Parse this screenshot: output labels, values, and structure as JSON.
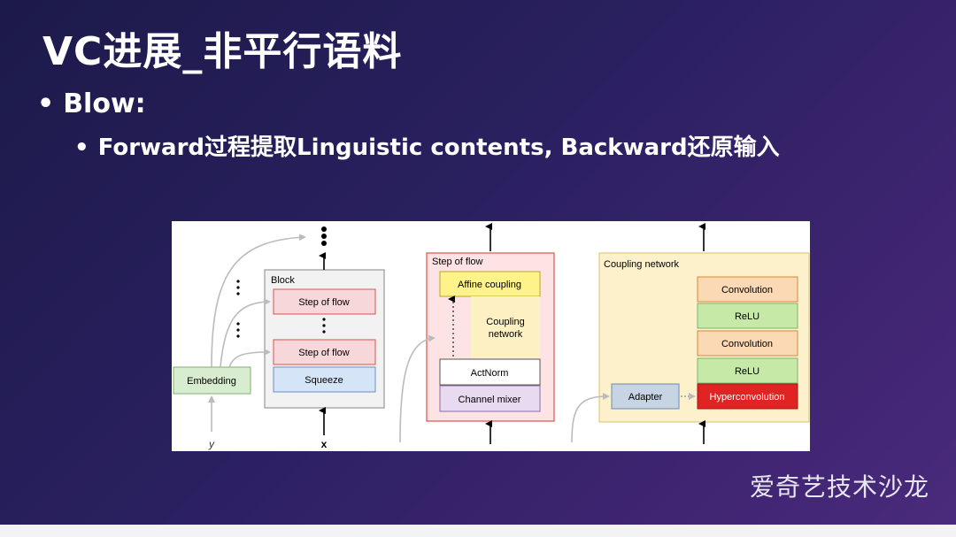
{
  "slide": {
    "title": "VC进展_非平行语料",
    "bullet_level1": "Blow:",
    "bullet_level2": "Forward过程提取Linguistic contents, Backward还原输入",
    "watermark": "爱奇艺技术沙龙"
  },
  "diagram": {
    "embedding": "Embedding",
    "y_label": "y",
    "x_label": "x",
    "block_title": "Block",
    "step_of_flow_1": "Step of flow",
    "step_of_flow_2": "Step of flow",
    "squeeze": "Squeeze",
    "step_panel_title": "Step of flow",
    "affine_coupling": "Affine coupling",
    "coupling_network_1": "Coupling",
    "coupling_network_2": "network",
    "actnorm": "ActNorm",
    "channel_mixer": "Channel mixer",
    "coupling_panel_title": "Coupling network",
    "convolution_1": "Convolution",
    "relu_1": "ReLU",
    "convolution_2": "Convolution",
    "relu_2": "ReLU",
    "hyperconvolution": "Hyperconvolution",
    "adapter": "Adapter"
  },
  "colors": {
    "step_of_flow": "#f8d7da",
    "squeeze": "#d6e4f7",
    "embedding": "#d8edd0",
    "affine": "#fdf38a",
    "coupling": "#fdf1c4",
    "actnorm": "#ffffff",
    "channel_mixer": "#e8daf0",
    "convolution": "#fbd9b4",
    "relu": "#c7e9a8",
    "hyperconvolution": "#e02424",
    "adapter": "#c7d4e3"
  }
}
